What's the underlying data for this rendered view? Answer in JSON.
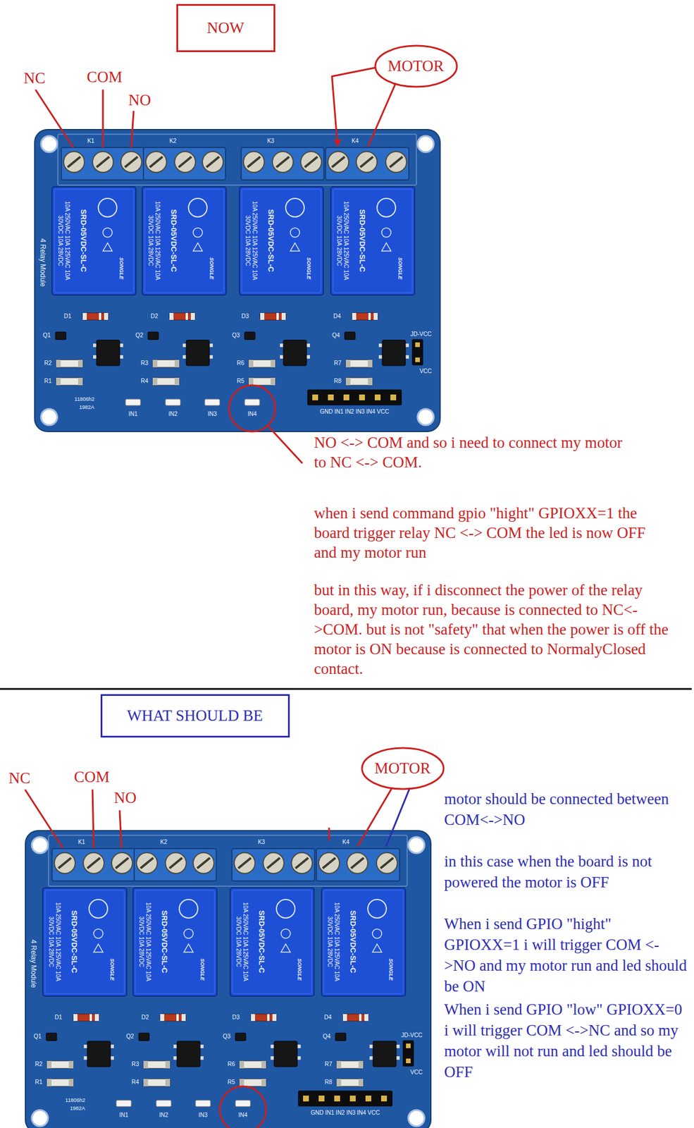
{
  "diagram": {
    "nodes": [
      {
        "text": [
          "NOW"
        ]
      },
      {
        "text": [
          "MOTOR"
        ]
      },
      {
        "text": [
          "WHAT SHOULD BE"
        ]
      },
      {
        "text": [
          "MOTOR"
        ]
      }
    ],
    "labels": [
      "NC",
      "COM",
      "NO",
      "K1",
      "K2",
      "K3",
      "K4",
      "SRD-05VDC-SL-C",
      "SONGLE",
      "10A 250VAC 10A 125VAC 10A 30VDC 10A 28VDC",
      "SRD-05VDC-SL-C",
      "SONGLE",
      "10A 250VAC 10A 125VAC 10A 30VDC 10A 28VDC",
      "SRD-05VDC-SL-C",
      "SONGLE",
      "10A 250VAC 10A 125VAC 10A 30VDC 10A 28VDC",
      "SRD-05VDC-SL-C",
      "SONGLE",
      "10A 250VAC 10A 125VAC 10A 30VDC 10A 28VDC",
      "D1",
      "D2",
      "D3",
      "D4",
      "Q1",
      "Q2",
      "Q3",
      "Q4",
      "R1",
      "R2",
      "R3",
      "R4",
      "R5",
      "R6",
      "R7",
      "R8",
      "IN1",
      "IN2",
      "IN3",
      "IN4",
      "GND IN1 IN2 IN3 IN4 VCC",
      "JD-VCC",
      "VCC",
      "11806h2",
      "1982A",
      "4 Relay Module",
      "NO <-> COM and so i need to connect my motor to NC <-> COM.",
      "when i send command gpio \"hight\" GPIOXX=1 the board trigger relay NC <-> COM the led is now OFF and my motor run",
      "but in this way, if i disconnect the power of the relay board, my motor run, because is connected to NC<->COM. but is not \"safety\" that when the power is off the motor is ON because is connected to NormalyClosed contact.",
      "NC",
      "COM",
      "NO",
      "K1",
      "K2",
      "K3",
      "K4",
      "SRD-05VDC-SL-C",
      "SONGLE",
      "10A 250VAC 10A 125VAC 10A 30VDC 10A 28VDC",
      "SRD-05VDC-SL-C",
      "SONGLE",
      "10A 250VAC 10A 125VAC 10A 30VDC 10A 28VDC",
      "SRD-05VDC-SL-C",
      "SONGLE",
      "10A 250VAC 10A 125VAC 10A 30VDC 10A 28VDC",
      "SRD-05VDC-SL-C",
      "SONGLE",
      "10A 250VAC 10A 125VAC 10A 30VDC 10A 28VDC",
      "D1",
      "D2",
      "D3",
      "D4",
      "Q1",
      "Q2",
      "Q3",
      "Q4",
      "R1",
      "R2",
      "R3",
      "R4",
      "R5",
      "R6",
      "R7",
      "R8",
      "IN1",
      "IN2",
      "IN3",
      "IN4",
      "GND IN1 IN2 IN3 IN4 VCC",
      "JD-VCC",
      "VCC",
      "11806h2",
      "1982A",
      "4 Relay Module",
      "motor should be connected between COM<->NO",
      "in this case when the board is not powered the motor is OFF",
      "When i send GPIO \"hight\" GPIOXX=1 i will trigger COM <->NO and my motor run and led should be ON",
      "When i send GPIO \"low\" GPIOXX=0 i will trigger COM <->NC and so my motor will not run and led should be OFF"
    ]
  }
}
